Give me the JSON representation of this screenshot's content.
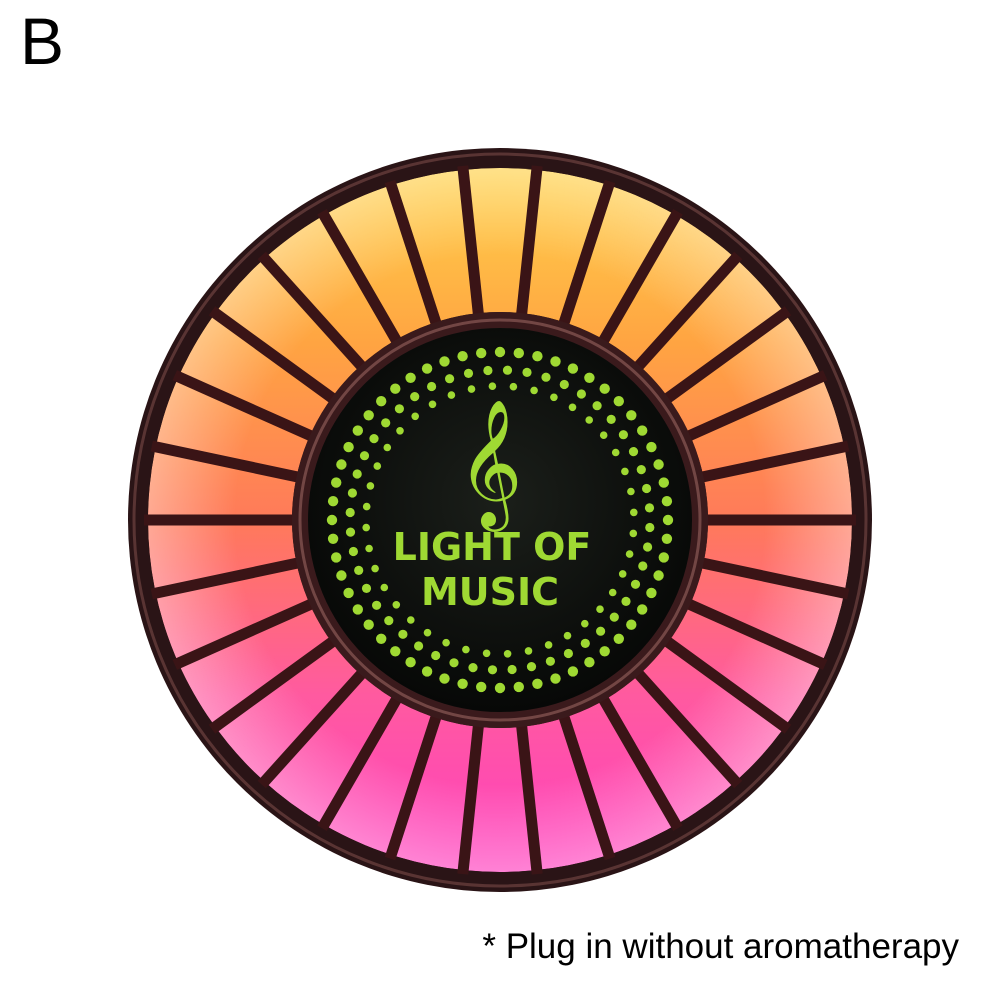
{
  "variant_label": "B",
  "product": {
    "screen_text_line1": "LIGHT OF",
    "screen_text_line2": "MUSIC",
    "segment_count": 30,
    "colors": {
      "top": "#ffd24a",
      "upper_mid": "#ffa442",
      "mid": "#ff7a5a",
      "lower": "#ff5aa0",
      "bottom": "#ff3fbf",
      "screen_text": "#9fd933",
      "screen_dots": "#9fd933",
      "screen_bg": "#0d0f0c"
    }
  },
  "caption": "* Plug in without aromatherapy"
}
